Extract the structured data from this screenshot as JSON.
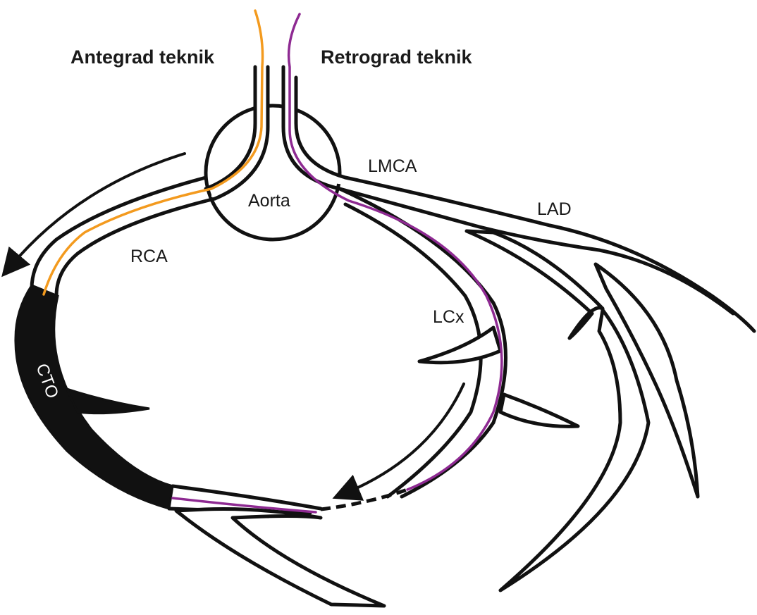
{
  "headings": {
    "antegrade": "Antegrad teknik",
    "retrograde": "Retrograd teknik"
  },
  "labels": {
    "aorta": "Aorta",
    "lmca": "LMCA",
    "lad": "LAD",
    "rca": "RCA",
    "lcx": "LCx",
    "cto": "CTO"
  },
  "colors": {
    "antegrade_wire": "#f39a1e",
    "retrograde_wire": "#8e2a92",
    "vessel_outline": "#111111",
    "occlusion": "#111111"
  }
}
